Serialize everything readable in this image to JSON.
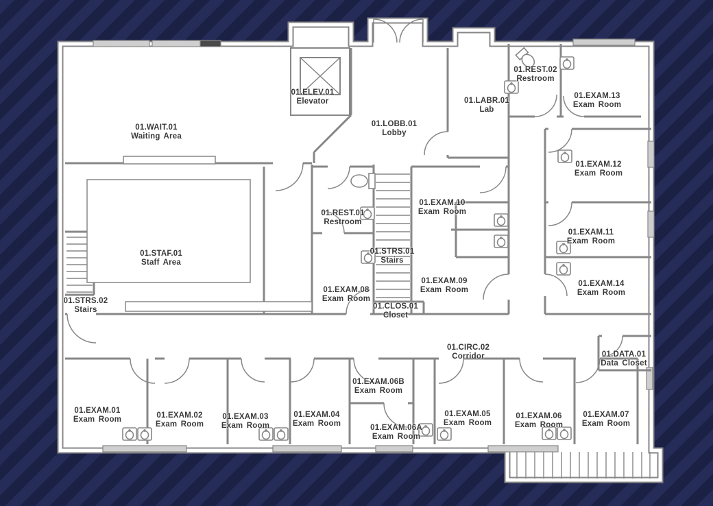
{
  "colors": {
    "background": "#1b2145",
    "background_stripe": "#262c58",
    "wall": "#878787",
    "floor": "#ffffff",
    "text": "#3a3a3a",
    "window_light": "#cfcfcf",
    "window_dark": "#4a4a4a"
  },
  "icons": {
    "elevator": "elevator-x-icon",
    "toilet": "toilet-icon",
    "sink": "sink-icon",
    "stairs": "stairs-treads",
    "door": "door-arc",
    "window": "window-bar",
    "entrance": "double-door-entrance-icon"
  },
  "rooms": [
    {
      "code": "01.WAIT.01",
      "name": "Waiting Area"
    },
    {
      "code": "01.ELEV.01",
      "name": "Elevator"
    },
    {
      "code": "01.LOBB.01",
      "name": "Lobby"
    },
    {
      "code": "01.LABR.01",
      "name": "Lab"
    },
    {
      "code": "01.REST.02",
      "name": "Restroom"
    },
    {
      "code": "01.EXAM.13",
      "name": "Exam Room"
    },
    {
      "code": "01.EXAM.12",
      "name": "Exam Room"
    },
    {
      "code": "01.EXAM.11",
      "name": "Exam Room"
    },
    {
      "code": "01.EXAM.14",
      "name": "Exam Room"
    },
    {
      "code": "01.EXAM.10",
      "name": "Exam Room"
    },
    {
      "code": "01.REST.01",
      "name": "Restroom"
    },
    {
      "code": "01.STRS.01",
      "name": "Stairs"
    },
    {
      "code": "01.STAF.01",
      "name": "Staff Area"
    },
    {
      "code": "01.STRS.02",
      "name": "Stairs"
    },
    {
      "code": "01.EXAM.08",
      "name": "Exam Room"
    },
    {
      "code": "01.EXAM.09",
      "name": "Exam Room"
    },
    {
      "code": "01.CLOS.01",
      "name": "Closet"
    },
    {
      "code": "01.CIRC.02",
      "name": "Corridor"
    },
    {
      "code": "01.DATA.01",
      "name": "Data Closet"
    },
    {
      "code": "01.EXAM.01",
      "name": "Exam Room"
    },
    {
      "code": "01.EXAM.02",
      "name": "Exam Room"
    },
    {
      "code": "01.EXAM.03",
      "name": "Exam Room"
    },
    {
      "code": "01.EXAM.04",
      "name": "Exam Room"
    },
    {
      "code": "01.EXAM.06B",
      "name": "Exam Room"
    },
    {
      "code": "01.EXAM.06A",
      "name": "Exam Room"
    },
    {
      "code": "01.EXAM.05",
      "name": "Exam Room"
    },
    {
      "code": "01.EXAM.06",
      "name": "Exam Room"
    },
    {
      "code": "01.EXAM.07",
      "name": "Exam Room"
    }
  ]
}
